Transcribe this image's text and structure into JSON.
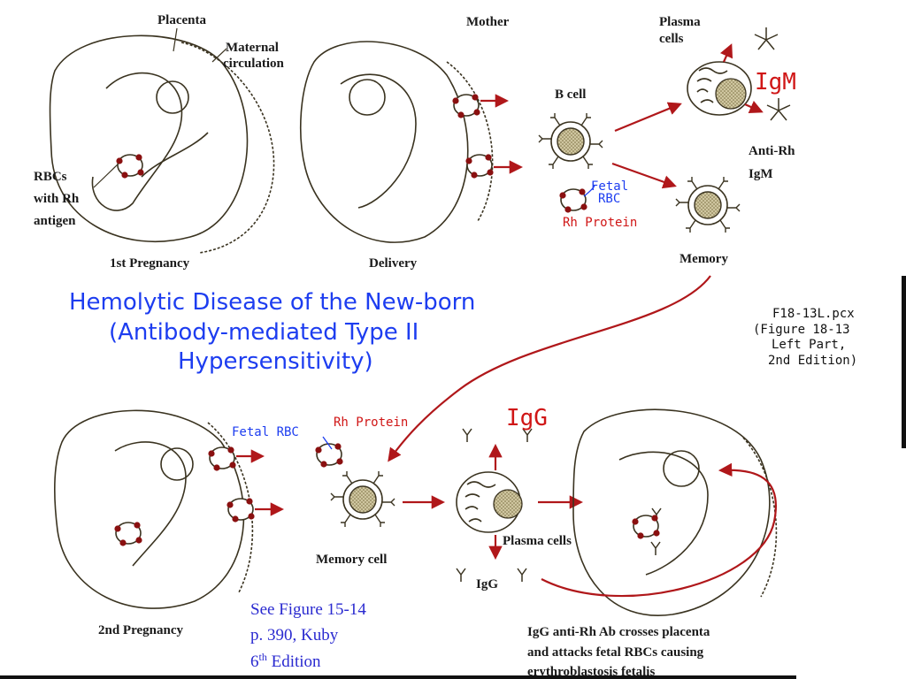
{
  "labels": {
    "placenta": "Placenta",
    "maternal_circulation_1": "Maternal",
    "maternal_circulation_2": "circulation",
    "mother": "Mother",
    "plasma_cells_top_1": "Plasma",
    "plasma_cells_top_2": "cells",
    "igm": "IgM",
    "b_cell": "B cell",
    "rbcs_rh_1": "RBCs",
    "rbcs_rh_2": "with Rh",
    "rbcs_rh_3": "antigen",
    "fetal_rbc_top_1": "Fetal",
    "fetal_rbc_top_2": "RBC",
    "rh_protein_top": "Rh Protein",
    "anti_rh_1": "Anti-Rh",
    "anti_rh_2": "IgM",
    "first_pregnancy": "1st Pregnancy",
    "delivery": "Delivery",
    "memory": "Memory",
    "fetal_rbc_bottom": "Fetal RBC",
    "rh_protein_bottom": "Rh Protein",
    "igg_big": "IgG",
    "memory_cell": "Memory cell",
    "plasma_cells_bottom": "Plasma cells",
    "igg_small": "IgG",
    "second_pregnancy": "2nd Pregnancy",
    "crosses_1": "IgG anti-Rh Ab crosses placenta",
    "crosses_2": "and attacks fetal RBCs causing",
    "crosses_3": "erythroblastosis fetalis"
  },
  "title": {
    "line1": "Hemolytic Disease of the New-born",
    "line2": "(Antibody-mediated Type II",
    "line3": "Hypersensitivity)"
  },
  "file_note": {
    "line1": "F18-13L.pcx",
    "line2": "(Figure 18-13",
    "line3": "Left Part,",
    "line4": "2nd Edition)"
  },
  "reference": {
    "line1": "See Figure 15-14",
    "line2": "p. 390, Kuby",
    "line3_num": "6",
    "line3_sup": "th",
    "line3_rest": " Edition"
  },
  "colors": {
    "title_blue": "#1d3df0",
    "arrow_red": "#b0171a",
    "rbc_dot": "#8a1010",
    "ink": "#3a3320"
  }
}
